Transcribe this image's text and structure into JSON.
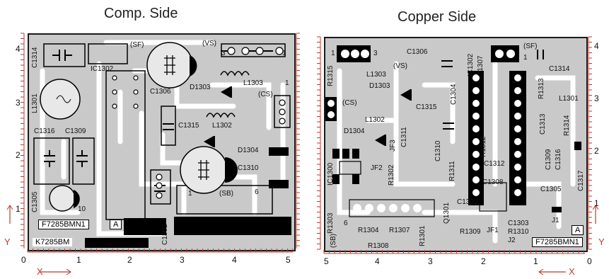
{
  "titles": {
    "left": "Comp. Side",
    "right": "Copper Side"
  },
  "comp": {
    "labels": [
      "C1314",
      "(SF)",
      "(VS)",
      "3",
      "1",
      "IC1302",
      "L1301",
      "C1306",
      "L1303",
      "1",
      "D1303",
      "(CS)",
      "C1316",
      "C1309",
      "C1315",
      "L1302",
      "D1304",
      "C1310",
      "C1305",
      "10",
      "1",
      "(SB)",
      "6",
      "C1302"
    ],
    "box_labels": [
      "F7285BMN1",
      "A",
      "K7285BM"
    ],
    "x_ruler": [
      "0",
      "1",
      "2",
      "3",
      "4",
      "5"
    ],
    "y_ruler": [
      "1",
      "2",
      "3",
      "4"
    ],
    "x_axis": "X",
    "y_axis": "Y"
  },
  "copper": {
    "labels": [
      "1",
      "3",
      "C1306",
      "(SF)",
      "1",
      "R1315",
      "(VS)",
      "L1303",
      "D1303",
      "IC1302",
      "C1307",
      "C1314",
      "R1313",
      "(CS)",
      "C1304",
      "L1301",
      "C1315",
      "L1302",
      "C1313",
      "R1314",
      "D1304",
      "JF3",
      "C1311",
      "C1310",
      "R1312",
      "IC1300",
      "JF2",
      "R1302",
      "R1311",
      "C1312",
      "C1309",
      "C1316",
      "C1317",
      "C1308",
      "C1305",
      "C1302",
      "R1303",
      "6",
      "R1304",
      "R1307",
      "Q1301",
      "R1309",
      "R1310",
      "JF1",
      "J1",
      "(SB)",
      "R1308",
      "R1301",
      "C1303",
      "J2"
    ],
    "box_labels": [
      "A",
      "F7285BMN1"
    ],
    "x_ruler": [
      "5",
      "4",
      "3",
      "2",
      "1",
      "0"
    ],
    "y_ruler": [
      "1",
      "2",
      "3",
      "4"
    ],
    "x_axis": "X",
    "y_axis": "Y"
  },
  "colors": {
    "board": "#c9c9c9",
    "copper_pad": "#000000",
    "axis": "#c0392b"
  }
}
